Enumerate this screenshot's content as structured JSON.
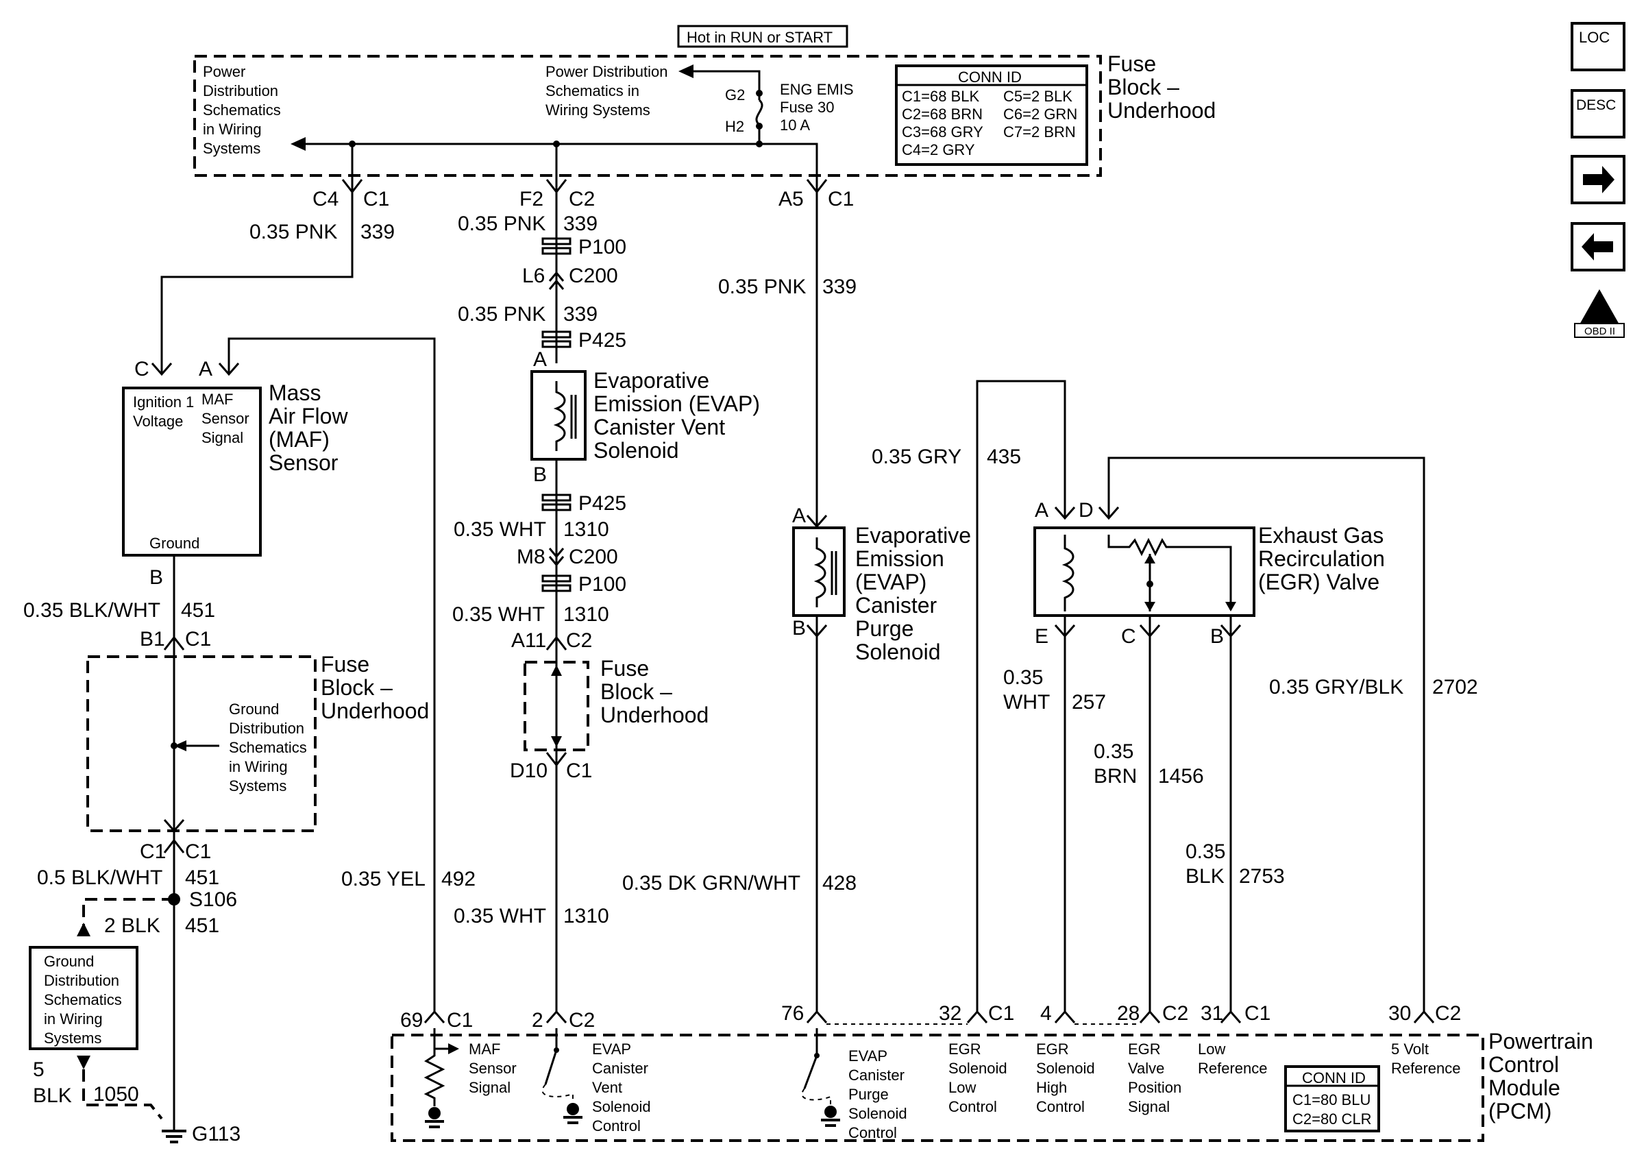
{
  "top": {
    "hot_label": "Hot in RUN or START",
    "pd_left": [
      "Power",
      "Distribution",
      "Schematics",
      "in Wiring",
      "Systems"
    ],
    "pd_mid": [
      "Power Distribution",
      "Schematics in",
      "Wiring Systems"
    ],
    "g2": "G2",
    "h2": "H2",
    "fuse_text": [
      "ENG EMIS",
      "Fuse 30",
      "10 A"
    ],
    "fuse_block": [
      "Fuse",
      "Block –",
      "Underhood"
    ],
    "conn_title": "CONN ID",
    "conn_c1": "C1=68 BLK",
    "conn_c2": "C2=68 BRN",
    "conn_c3": "C3=68 GRY",
    "conn_c4": "C4=2 GRY",
    "conn_c5": "C5=2 BLK",
    "conn_c6": "C6=2 GRN",
    "conn_c7": "C7=2 BRN"
  },
  "nav": {
    "loc": "LOC",
    "desc": "DESC",
    "obd": "OBD II"
  },
  "maf": {
    "c4": "C4",
    "c1": "C1",
    "wire": "0.35 PNK",
    "circ": "339",
    "pin_c": "C",
    "pin_a": "A",
    "ign": [
      "Ignition 1",
      "Voltage"
    ],
    "sig": [
      "MAF",
      "Sensor",
      "Signal"
    ],
    "gnd": "Ground",
    "name": [
      "Mass",
      "Air Flow",
      "(MAF)",
      "Sensor"
    ],
    "pin_b": "B",
    "wire_b": "0.35 BLK/WHT",
    "circ_b": "451"
  },
  "lfb": {
    "b1": "B1",
    "c1": "C1",
    "fb": [
      "Fuse",
      "Block –",
      "Underhood"
    ],
    "gd": [
      "Ground",
      "Distribution",
      "Schematics",
      "in Wiring",
      "Systems"
    ],
    "c1b": "C1",
    "c1c": "C1",
    "wire": "0.5 BLK/WHT",
    "circ": "451",
    "s106": "S106",
    "wire2": "2 BLK",
    "circ2": "451",
    "gd2": [
      "Ground",
      "Distribution",
      "Schematics",
      "in Wiring",
      "Systems"
    ],
    "w5": "5",
    "blk": "BLK",
    "c1050": "1050",
    "g113": "G113"
  },
  "vent": {
    "f2": "F2",
    "c2": "C2",
    "wire1": "0.35 PNK",
    "circ1": "339",
    "p100": "P100",
    "l6": "L6",
    "c200": "C200",
    "wire2": "0.35 PNK",
    "circ2": "339",
    "p425": "P425",
    "pin_a": "A",
    "name": [
      "Evaporative",
      "Emission (EVAP)",
      "Canister Vent",
      "Solenoid"
    ],
    "pin_b": "B",
    "p425b": "P425",
    "wire3": "0.35 WHT",
    "circ3": "1310",
    "m8": "M8",
    "c200b": "C200",
    "p100b": "P100",
    "wire4": "0.35 WHT",
    "circ4": "1310",
    "a11": "A11",
    "c2b": "C2",
    "fb": [
      "Fuse",
      "Block –",
      "Underhood"
    ],
    "d10": "D10",
    "c1": "C1",
    "wire5": "0.35 WHT",
    "circ5": "1310"
  },
  "maf_sig": {
    "wire": "0.35 YEL",
    "circ": "492"
  },
  "purge": {
    "a5": "A5",
    "c1": "C1",
    "wire1": "0.35 PNK",
    "circ1": "339",
    "pin_a": "A",
    "pin_b": "B",
    "name": [
      "Evaporative",
      "Emission",
      "(EVAP)",
      "Canister",
      "Purge",
      "Solenoid"
    ],
    "wire2": "0.35 DK GRN/WHT",
    "circ2": "428"
  },
  "egr": {
    "wire_gry": "0.35 GRY",
    "circ_gry": "435",
    "pin_a": "A",
    "pin_d": "D",
    "pin_e": "E",
    "pin_c": "C",
    "pin_b": "B",
    "name": [
      "Exhaust Gas",
      "Recirculation",
      "(EGR) Valve"
    ],
    "w257a": "0.35",
    "w257b": "WHT",
    "c257": "257",
    "w1456a": "0.35",
    "w1456b": "BRN",
    "c1456": "1456",
    "w2753a": "0.35",
    "w2753b": "BLK",
    "c2753": "2753",
    "w2702": "0.35 GRY/BLK",
    "c2702": "2702"
  },
  "pcm": {
    "p69": "69",
    "c69": "C1",
    "p2": "2",
    "c2": "C2",
    "p76": "76",
    "p32": "32",
    "c32": "C1",
    "p4": "4",
    "p28": "28",
    "c28": "C2",
    "p31": "31",
    "c31": "C1",
    "p30": "30",
    "c30": "C2",
    "maf": [
      "MAF",
      "Sensor",
      "Signal"
    ],
    "vent": [
      "EVAP",
      "Canister",
      "Vent",
      "Solenoid",
      "Control"
    ],
    "purge": [
      "EVAP",
      "Canister",
      "Purge",
      "Solenoid",
      "Control"
    ],
    "egr_low": [
      "EGR",
      "Solenoid",
      "Low",
      "Control"
    ],
    "egr_high": [
      "EGR",
      "Solenoid",
      "High",
      "Control"
    ],
    "egr_pos": [
      "EGR",
      "Valve",
      "Position",
      "Signal"
    ],
    "low_ref": [
      "Low",
      "Reference"
    ],
    "five_v": [
      "5 Volt",
      "Reference"
    ],
    "name": [
      "Powertrain",
      "Control",
      "Module",
      "(PCM)"
    ],
    "conn_title": "CONN ID",
    "conn_c1": "C1=80 BLU",
    "conn_c2": "C2=80 CLR"
  }
}
